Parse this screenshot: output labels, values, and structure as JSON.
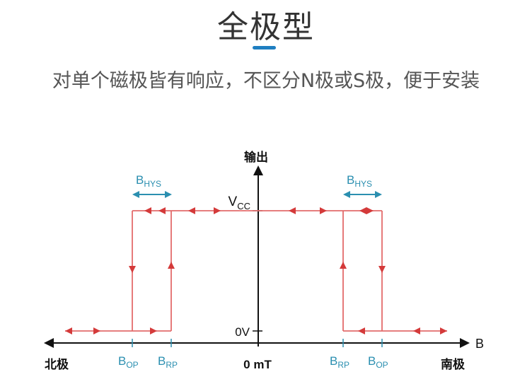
{
  "header": {
    "title": "全极型",
    "subtitle": "对单个磁极皆有响应，不区分N极或S极，便于安装"
  },
  "diagram": {
    "y_axis_label": "输出",
    "x_axis_label": "B",
    "vcc_label": {
      "base": "V",
      "sub": "CC"
    },
    "zero_v_label": "0V",
    "origin_label": "0 mT",
    "north_label": "北极",
    "south_label": "南极",
    "bop_left": {
      "base": "B",
      "sub": "OP"
    },
    "brp_left": {
      "base": "B",
      "sub": "RP"
    },
    "brp_right": {
      "base": "B",
      "sub": "RP"
    },
    "bop_right": {
      "base": "B",
      "sub": "OP"
    },
    "bhys_left": {
      "base": "B",
      "sub": "HYS"
    },
    "bhys_right": {
      "base": "B",
      "sub": "HYS"
    },
    "colors": {
      "accent_bar": "#1f7fc1",
      "curve": "#e36b6b",
      "arrow": "#d43a3a",
      "label_blue": "#2b8fb0",
      "axis": "#111111"
    }
  }
}
